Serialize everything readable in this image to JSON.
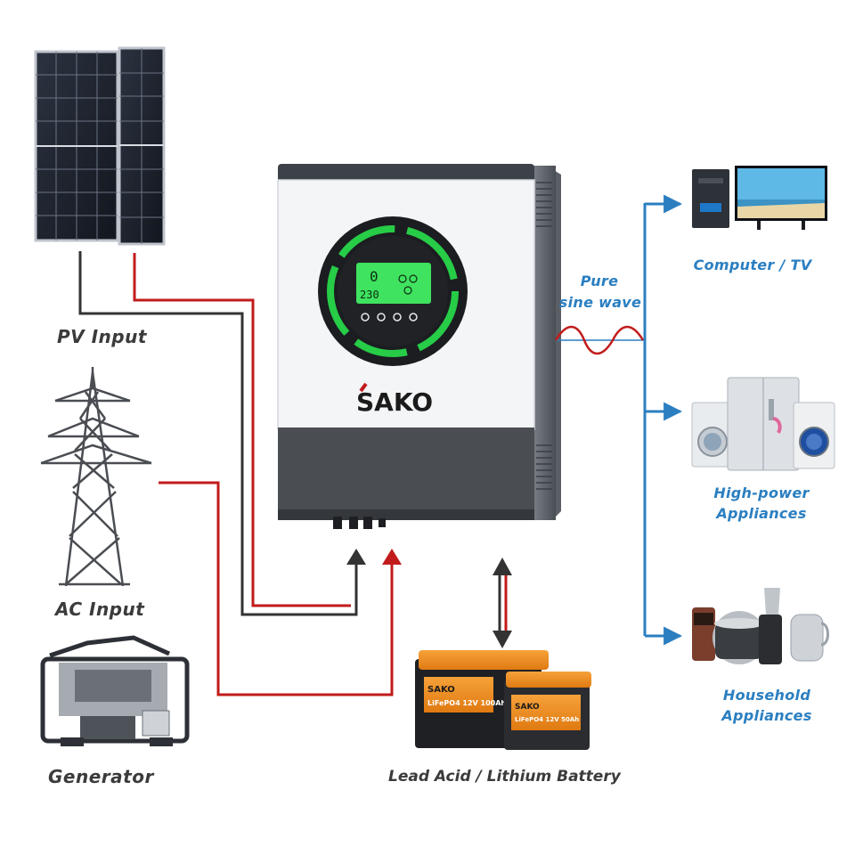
{
  "labels": {
    "pv_input": "PV Input",
    "ac_input": "AC Input",
    "generator": "Generator",
    "battery": "Lead Acid / Lithium Battery",
    "pure_line1": "Pure",
    "pure_line2": "sine wave",
    "computer_tv": "Computer / TV",
    "high_power_line1": "High-power",
    "high_power_line2": "Appliances",
    "household_line1": "Household",
    "household_line2": "Appliances"
  },
  "inverter": {
    "brand": "SAKO",
    "lcd_line1": "0",
    "lcd_line2": "230"
  },
  "battery": {
    "brand": "SAKO",
    "model_big": "LiFePO4 12V 100Ah",
    "model_small": "LiFePO4 12V 50Ah"
  },
  "colors": {
    "dc_line": "#c21b1b",
    "neg_line": "#333333",
    "output_line": "#2b7fc1",
    "accent_green": "#28d64a",
    "battery_orange": "#f08a1c",
    "text_dark": "#3b3b3b",
    "text_blue": "#2b7fc1"
  }
}
